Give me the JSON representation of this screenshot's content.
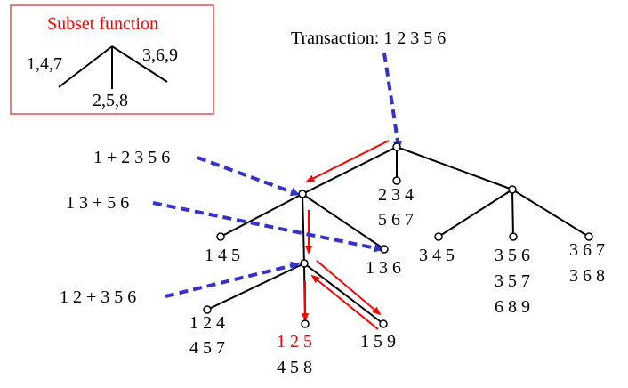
{
  "legend": {
    "title": "Subset function",
    "left_branch": "1,4,7",
    "middle_branch": "2,5,8",
    "right_branch": "3,6,9",
    "border_color": "#e05050",
    "title_color": "#ff0000"
  },
  "transaction_label": "Transaction: 1 2 3 5 6",
  "prefixes": {
    "p1": "1 + 2 3 5 6",
    "p2": "1 3 + 5 6",
    "p3": "1 2 + 3 5 6"
  },
  "leaves": {
    "l234": [
      "2 3 4",
      "5 6 7"
    ],
    "l145": [
      "1 4 5"
    ],
    "l136": [
      "1 3 6"
    ],
    "l345": [
      "3 4 5"
    ],
    "l356": [
      "3 5 6",
      "3 5 7",
      "6 8 9"
    ],
    "l367": [
      "3 6 7",
      "3 6 8"
    ],
    "l124": [
      "1 2 4",
      "4 5 7"
    ],
    "l125": [
      "1 2 5",
      "4 5 8"
    ],
    "l159": [
      "1 5 9"
    ]
  },
  "colors": {
    "arrow_blue": "#3333cc",
    "arrow_red": "#ff0000",
    "highlight": "#ff0000"
  }
}
